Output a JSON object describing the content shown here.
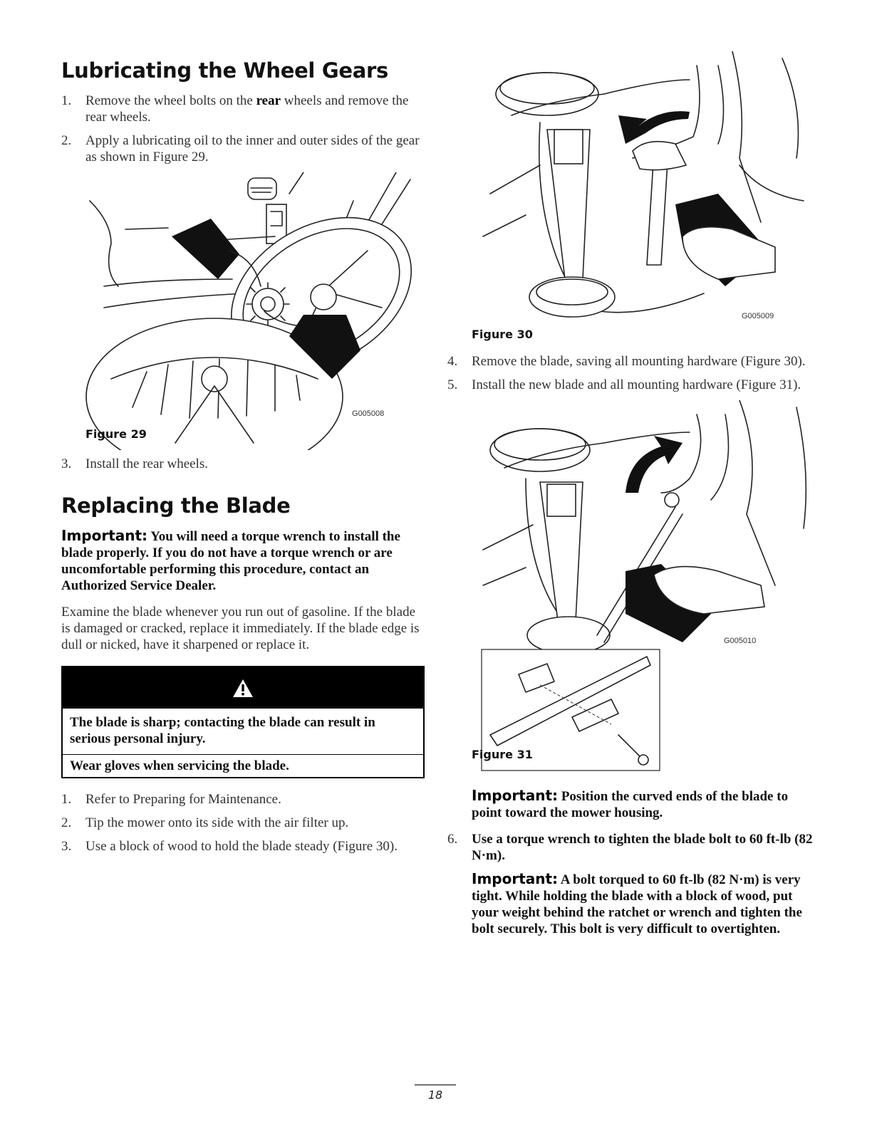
{
  "left": {
    "section1": {
      "title": "Lubricating the Wheel Gears",
      "steps": [
        {
          "num": "1.",
          "pre": "Remove the wheel bolts on the ",
          "bold": "rear",
          "post": " wheels and remove the rear wheels."
        },
        {
          "num": "2.",
          "text": "Apply a lubricating oil to the inner and outer sides of the gear as shown in Figure 29."
        }
      ],
      "figure": {
        "caption": "Figure 29",
        "code": "G005008"
      },
      "step3": {
        "num": "3.",
        "text": "Install the rear wheels."
      }
    },
    "section2": {
      "title": "Replacing the Blade",
      "important_label": "Important:",
      "important_text": "You will need a torque wrench to install the blade properly. If you do not have a torque wrench or are uncomfortable performing this procedure, contact an Authorized Service Dealer.",
      "paragraph": "Examine the blade whenever you run out of gasoline. If the blade is damaged or cracked, replace it immediately. If the blade edge is dull or nicked, have it sharpened or replace it.",
      "warning": {
        "icon": "warning-triangle-icon",
        "text": "The blade is sharp; contacting the blade can result in serious personal injury.",
        "action": "Wear gloves when servicing the blade."
      },
      "steps": [
        {
          "num": "1.",
          "text": "Refer to Preparing for Maintenance."
        },
        {
          "num": "2.",
          "text": "Tip the mower onto its side with the air filter up."
        },
        {
          "num": "3.",
          "text": "Use a block of wood to hold the blade steady (Figure 30)."
        }
      ]
    }
  },
  "right": {
    "figure30": {
      "caption": "Figure 30",
      "code": "G005009"
    },
    "steps_a": [
      {
        "num": "4.",
        "text": "Remove the blade, saving all mounting hardware (Figure 30)."
      },
      {
        "num": "5.",
        "text": "Install the new blade and all mounting hardware (Figure 31)."
      }
    ],
    "figure31": {
      "caption": "Figure 31",
      "code": "G005010"
    },
    "important1": {
      "label": "Important:",
      "text": "Position the curved ends of the blade to point toward the mower housing."
    },
    "step6": {
      "num": "6.",
      "text": "Use a torque wrench to tighten the blade bolt to 60 ft-lb (82 N·m)."
    },
    "important2": {
      "label": "Important:",
      "text": "A bolt torqued to 60 ft-lb (82 N·m) is very tight. While holding the blade with a block of wood, put your weight behind the ratchet or wrench and tighten the bolt securely. This bolt is very difficult to overtighten."
    }
  },
  "page_number": "18"
}
